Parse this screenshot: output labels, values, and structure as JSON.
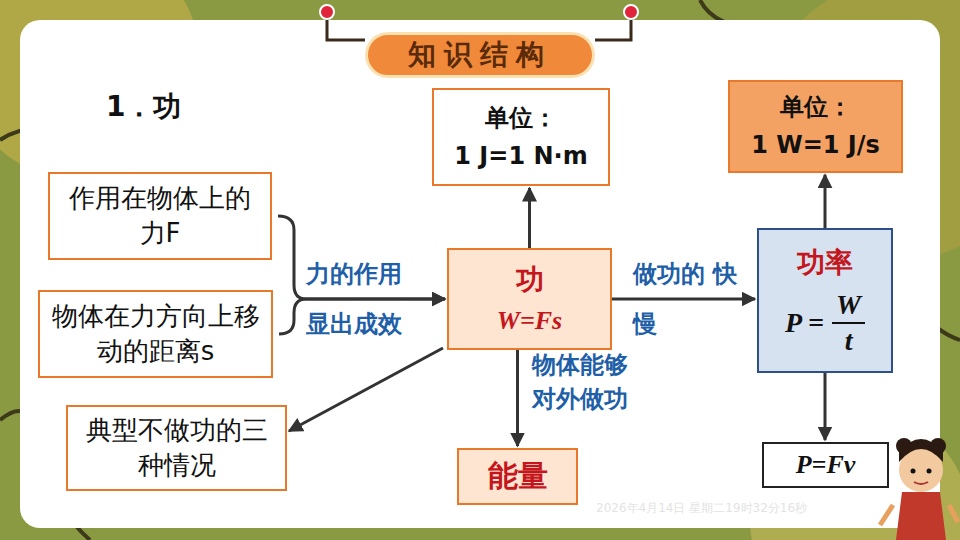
{
  "diagram": {
    "title": "知识结构",
    "nodes": [
      {
        "text": [
          "作用在物体上的力F"
        ]
      },
      {
        "text": [
          "物体在力方向上移动的距离s"
        ]
      },
      {
        "text": [
          "单位：",
          "1 J=1 N·m"
        ]
      },
      {
        "text": [
          "功",
          "W=Fs"
        ]
      },
      {
        "text": [
          "单位：",
          "1 W=1 J/s"
        ]
      },
      {
        "text": [
          "功率",
          "P =",
          "W",
          "t"
        ]
      },
      {
        "text": [
          "典型不做功的三种情况"
        ]
      },
      {
        "text": [
          "能量"
        ]
      },
      {
        "text": [
          "P=Fv"
        ]
      }
    ],
    "edges": [
      {
        "from": 0,
        "to": 3,
        "arrow": "to",
        "label": "力的作用 显出成效"
      },
      {
        "from": 1,
        "to": 3,
        "arrow": "to"
      },
      {
        "from": 3,
        "to": 2,
        "arrow": "to"
      },
      {
        "from": 3,
        "to": 5,
        "arrow": "to",
        "label": "做功的 快慢"
      },
      {
        "from": 5,
        "to": 4,
        "arrow": "to"
      },
      {
        "from": 3,
        "to": 7,
        "arrow": "to",
        "label": "物体能够 对外做功"
      },
      {
        "from": 3,
        "to": 6,
        "arrow": "to"
      },
      {
        "from": 5,
        "to": 8,
        "arrow": "to"
      }
    ],
    "labels": [
      "1．功",
      "2026年4月14日 星期二19时32分16秒"
    ]
  }
}
